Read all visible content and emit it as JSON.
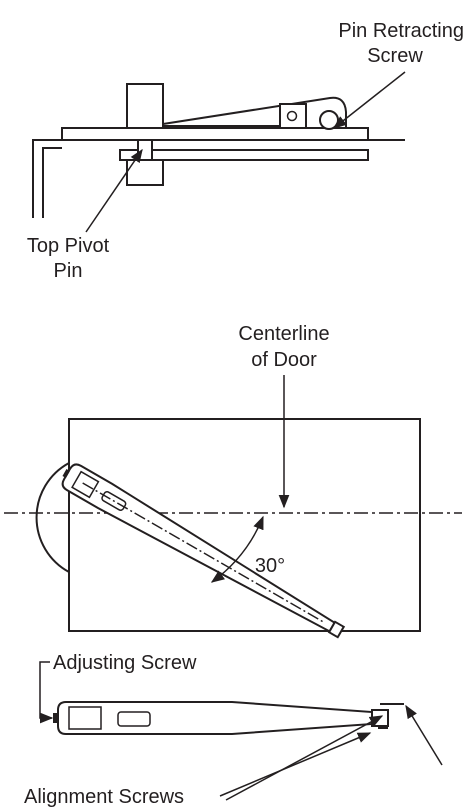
{
  "labels": {
    "pin_retracting_line1": "Pin Retracting",
    "pin_retracting_line2": "Screw",
    "top_pivot_line1": "Top Pivot",
    "top_pivot_line2": "Pin",
    "centerline_line1": "Centerline",
    "centerline_line2": "of Door",
    "angle": "30°",
    "adjusting_screw": "Adjusting Screw",
    "alignment_screws": "Alignment Screws"
  },
  "colors": {
    "ink": "#231f20",
    "background": "#ffffff"
  }
}
